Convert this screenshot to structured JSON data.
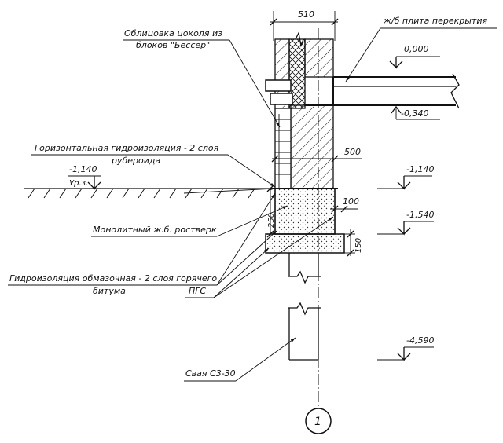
{
  "labels": {
    "cladding_line1": "Облицовка цоколя из",
    "cladding_line2": "блоков \"Бессер\"",
    "slab": "ж/б плита перекрытия",
    "horiz_waterproof_line1": "Горизонтальная гидроизоляция - 2 слоя",
    "horiz_waterproof_line2": "рубероида",
    "grillage": "Монолитный ж.б. ростверк",
    "coating_waterproof_line1": "Гидроизоляция обмазочная - 2 слоя горячего",
    "coating_waterproof_line2": "битума",
    "sand_gravel": "ПГС",
    "pile": "Свая С3-30",
    "ground_level": "Ур.з."
  },
  "dimensions": {
    "wall_width": "510",
    "grillage_width": "500",
    "offset": "100",
    "grillage_height": "250",
    "bedding_height": "150"
  },
  "elevations": {
    "floor": "0,000",
    "slab_bottom": "-0,340",
    "ground_left": "-1,140",
    "ground_right": "-1,140",
    "grillage_bottom": "-1,540",
    "pile_tip": "-4,590"
  },
  "axis": {
    "mark": "1"
  }
}
